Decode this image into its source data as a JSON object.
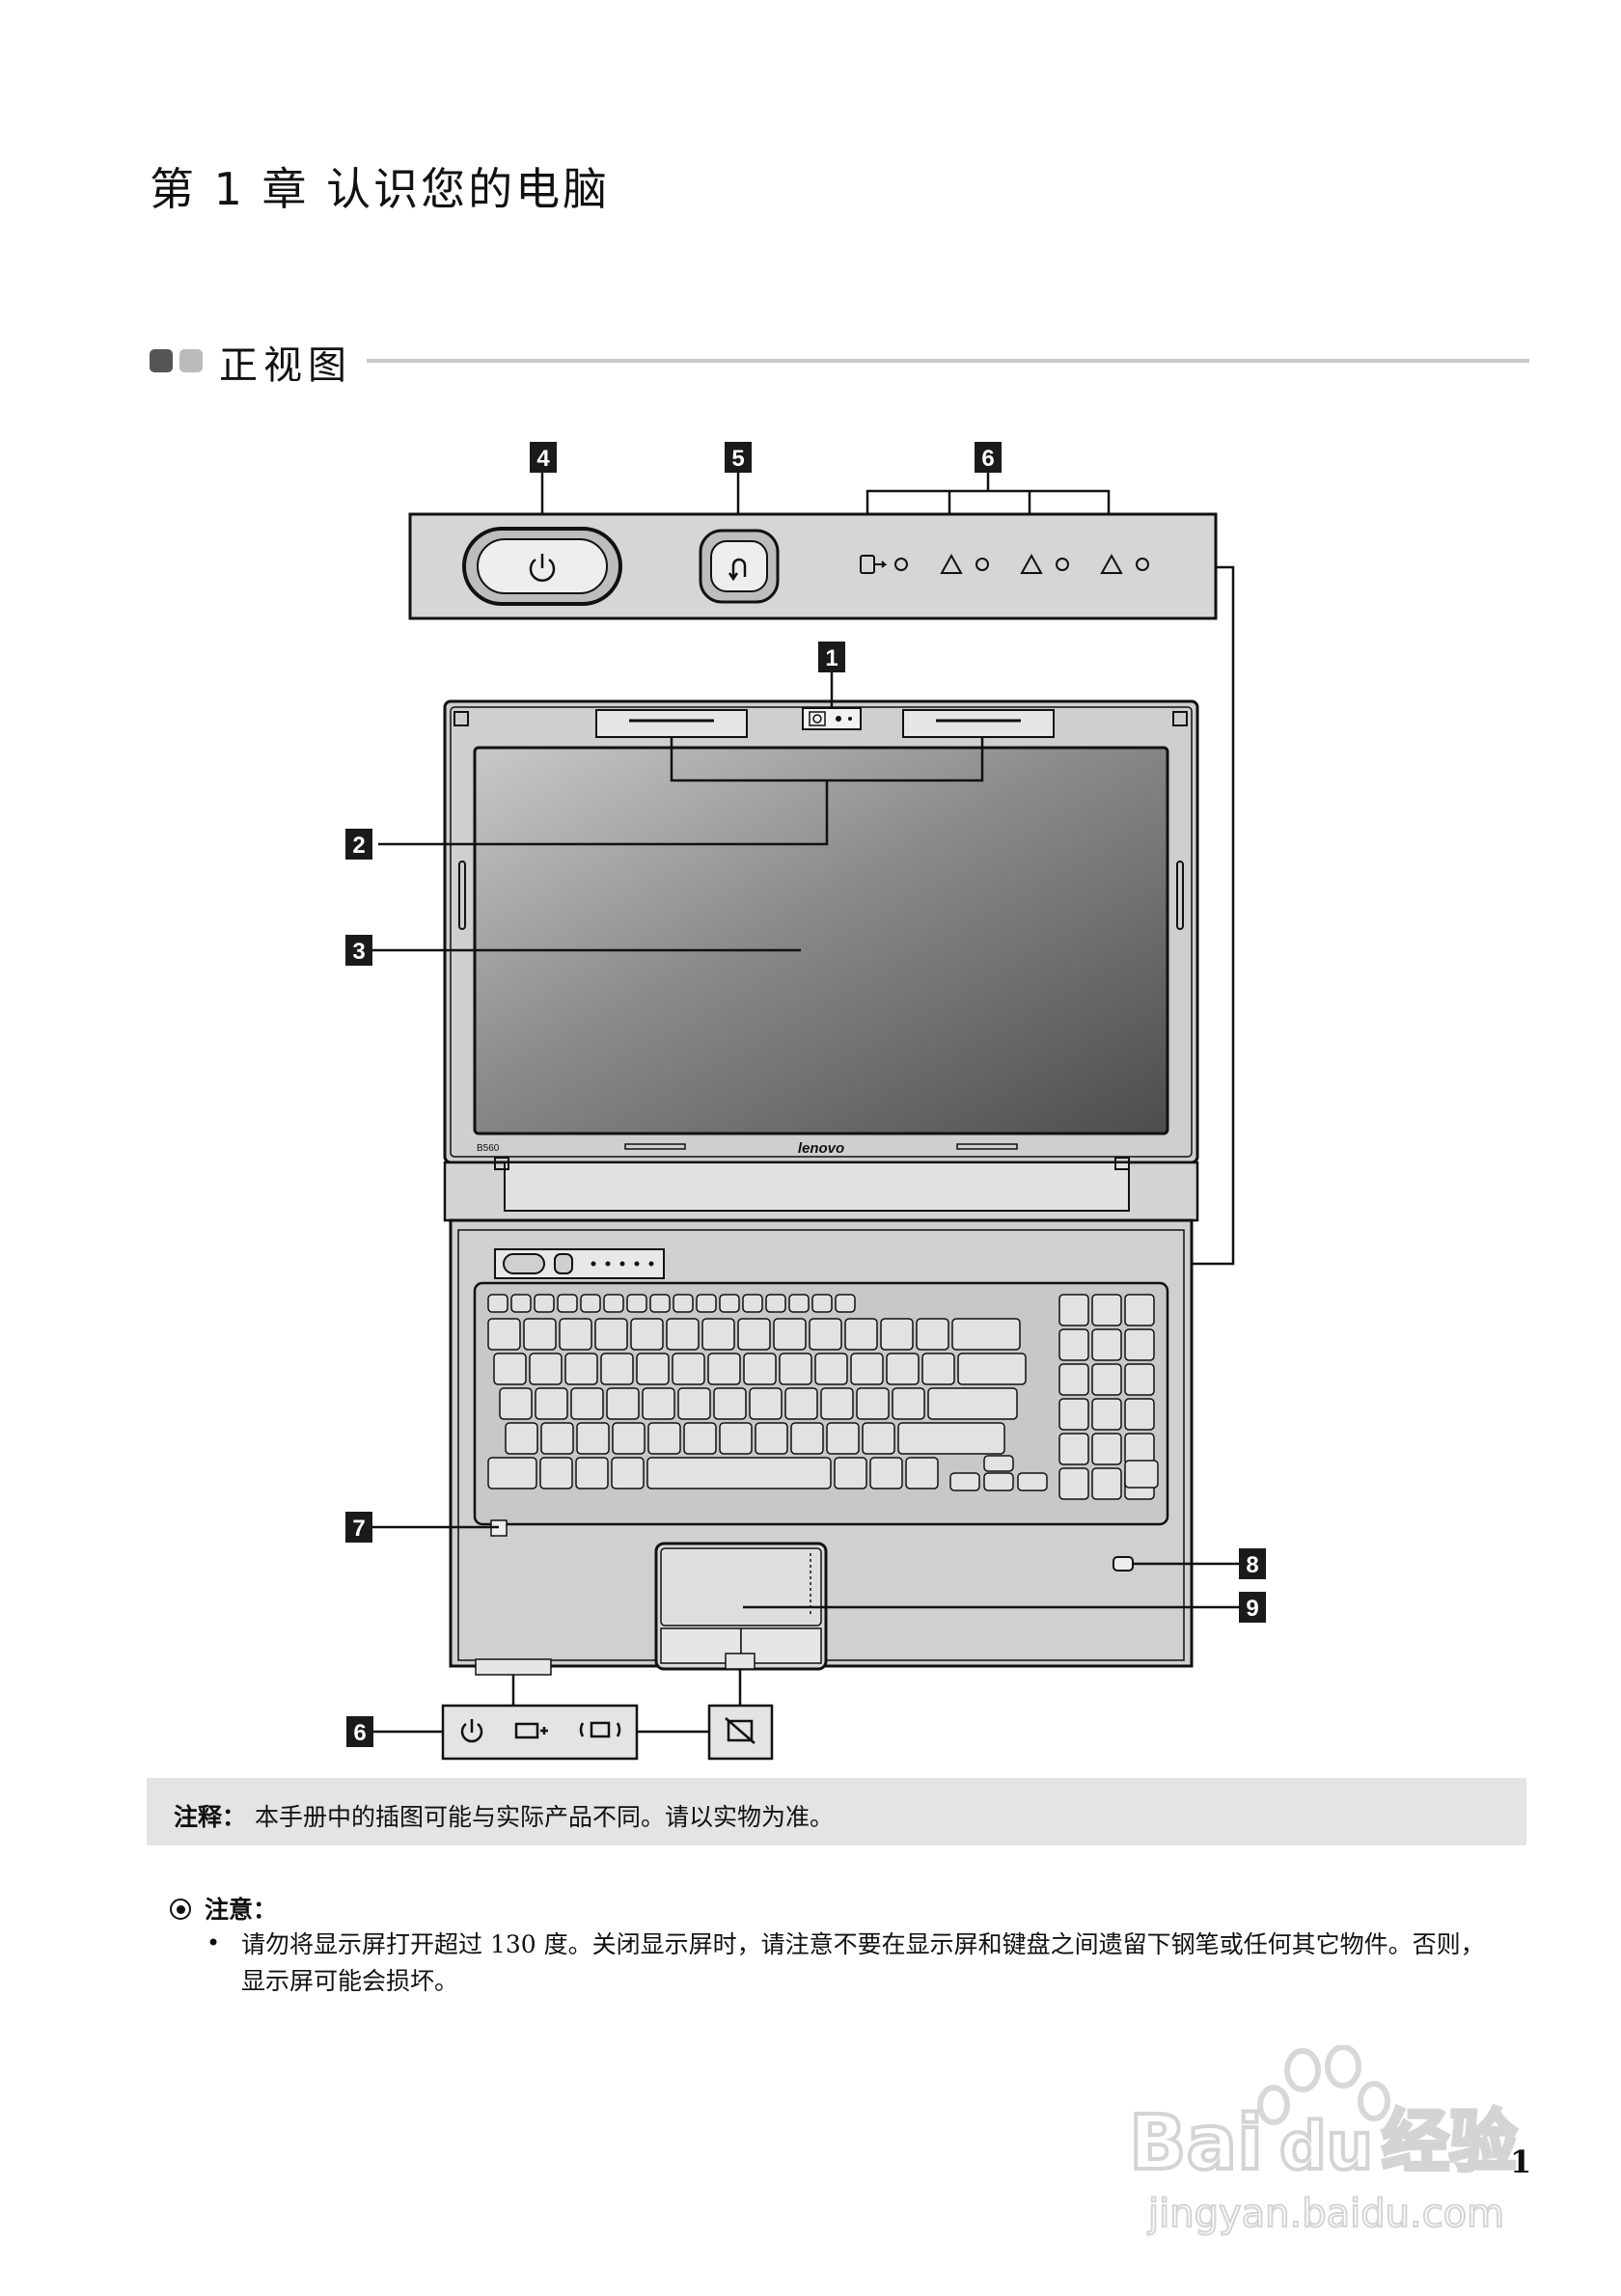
{
  "chapter_title": "第 1 章 认识您的电脑",
  "section_title": "正视图",
  "callouts": {
    "c1": "1",
    "c2": "2",
    "c3": "3",
    "c4": "4",
    "c5": "5",
    "c6_top": "6",
    "c6_bottom": "6",
    "c7": "7",
    "c8": "8",
    "c9": "9"
  },
  "laptop": {
    "model_label": "B560",
    "brand_label": "lenovo"
  },
  "note": {
    "label": "注释：",
    "text": "本手册中的插图可能与实际产品不同。请以实物为准。"
  },
  "caution": {
    "label": "注意：",
    "bullet": "•",
    "text": "请勿将显示屏打开超过 130 度。关闭显示屏时，请注意不要在显示屏和键盘之间遗留下钢笔或任何其它物件。否则，显示屏可能会损坏。"
  },
  "watermark": {
    "brand_text": "Bai",
    "brand_text2": "du",
    "brand_suffix": "经验",
    "url": "jingyan.baidu.com"
  },
  "page_number": "1",
  "colors": {
    "panel_gray": "#d6d6d6",
    "body_gray": "#cfcfcf",
    "screen_dark": "#6e6e6e",
    "screen_light": "#9a9a9a",
    "callout_bg": "#1a1a1a",
    "note_bg": "#e4e4e4"
  }
}
